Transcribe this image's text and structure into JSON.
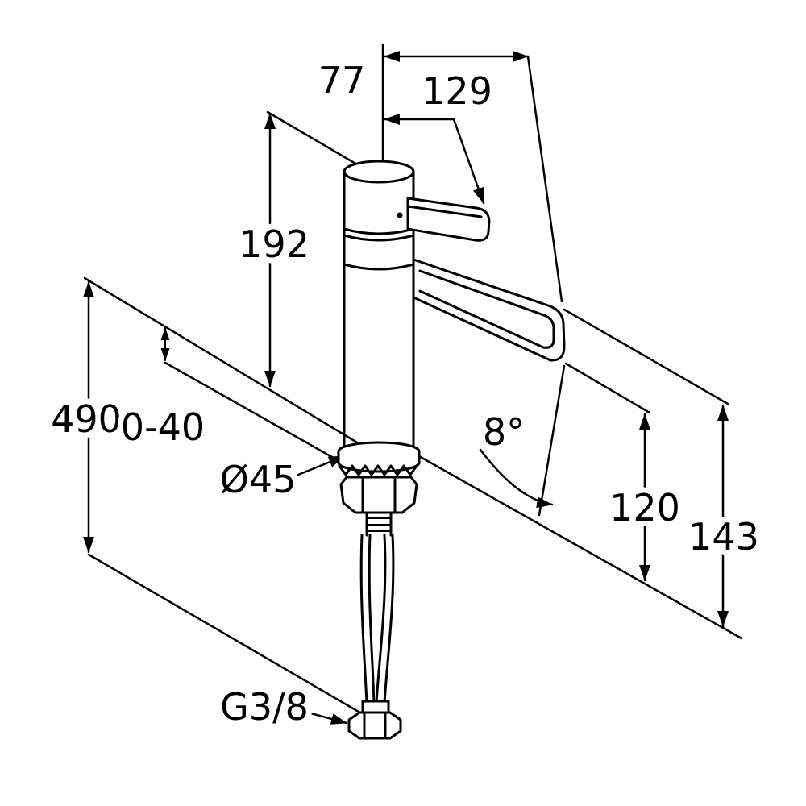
{
  "diagram": {
    "labels": {
      "handle_reach": "77",
      "spout_reach": "129",
      "height_above_deck": "192",
      "supply_length": "490",
      "deck_thickness": "0-40",
      "base_diameter": "Ø45",
      "spout_angle": "8°",
      "outlet_height": "120",
      "spout_tip_height": "143",
      "connection_thread": "G3/8"
    },
    "colors": {
      "line": "#000000",
      "background": "#ffffff"
    }
  }
}
